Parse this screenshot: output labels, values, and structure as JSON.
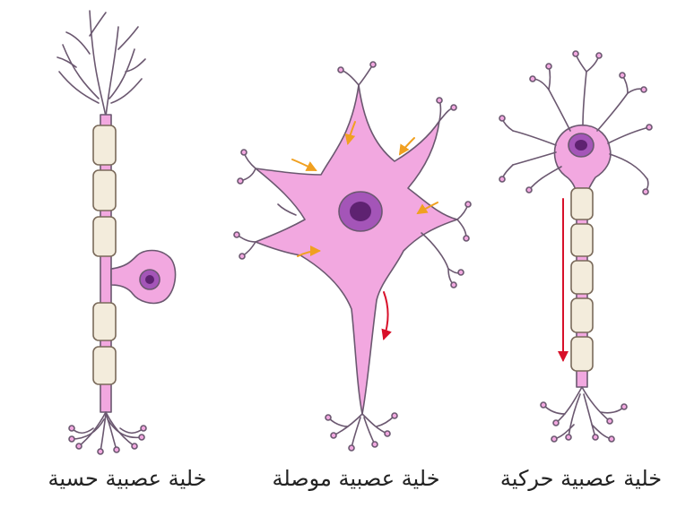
{
  "colors": {
    "membrane": "#f2a8e0",
    "outline": "#6b5870",
    "myelin": "#f3ecdc",
    "myelin_outline": "#7a6a5a",
    "nucleus_outer": "#a455b8",
    "nucleus_inner": "#5e2271",
    "arrow_orange": "#f0a020",
    "arrow_red": "#d8102a"
  },
  "neurons": [
    {
      "id": "sensory",
      "label": "خلية عصبية حسية"
    },
    {
      "id": "interneuron",
      "label": "خلية عصبية موصلة"
    },
    {
      "id": "motor",
      "label": "خلية عصبية حركية"
    }
  ]
}
